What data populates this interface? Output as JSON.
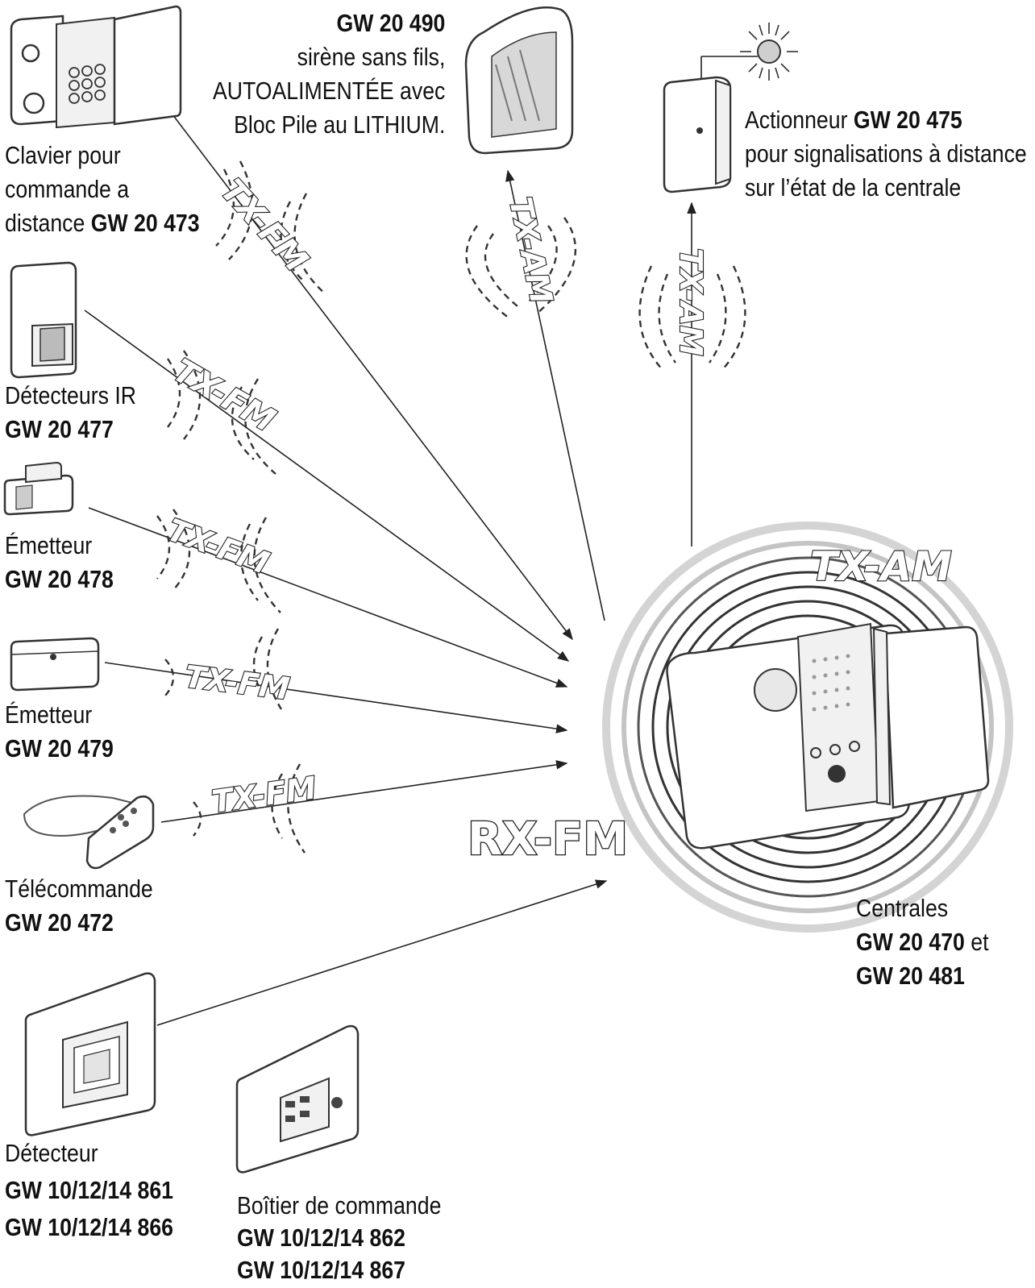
{
  "signals": {
    "tx_fm": "TX-FM",
    "tx_am": "TX-AM",
    "rx_fm": "RX-FM"
  },
  "devices": {
    "keypad": {
      "line1": "Clavier pour",
      "line2": "commande a",
      "line3": "distance ",
      "code": "GW 20 473"
    },
    "siren": {
      "code": "GW 20 490",
      "line1": "sirène sans fils,",
      "line2": "AUTOALIMENTÉE avec",
      "line3": "Bloc Pile au LITHIUM."
    },
    "actuator": {
      "prefix": "Actionneur ",
      "code": "GW 20 475",
      "line1": "pour signalisations à distance",
      "line2": "sur l’état de la centrale"
    },
    "ir_detectors": {
      "line1": "Détecteurs IR",
      "code": "GW 20 477"
    },
    "emitter_478": {
      "line1": "Émetteur",
      "code": "GW 20 478"
    },
    "emitter_479": {
      "line1": "Émetteur",
      "code": "GW 20 479"
    },
    "remote": {
      "line1": "Télécommande",
      "code": "GW 20 472"
    },
    "central": {
      "line1": "Centrales",
      "code1": "GW 20 470",
      "suffix": " et",
      "code2": "GW 20 481"
    },
    "detector": {
      "line1": "Détecteur",
      "code1": "GW 10/12/14 861",
      "code2": "GW 10/12/14 866"
    },
    "control_box": {
      "line1": "Boîtier de commande",
      "code1": "GW 10/12/14 862",
      "code2": "GW 10/12/14 867"
    }
  },
  "icons": {
    "keypad": "keypad-icon",
    "siren": "siren-icon",
    "actuator": "actuator-icon",
    "sun": "sun-icon",
    "ir_detector": "ir-detector-icon",
    "emitter_small": "emitter-icon",
    "emitter_box": "emitter-box-icon",
    "remote": "remote-control-icon",
    "central": "central-unit-icon",
    "wall_detector": "wall-detector-icon",
    "control_box": "control-box-icon"
  }
}
